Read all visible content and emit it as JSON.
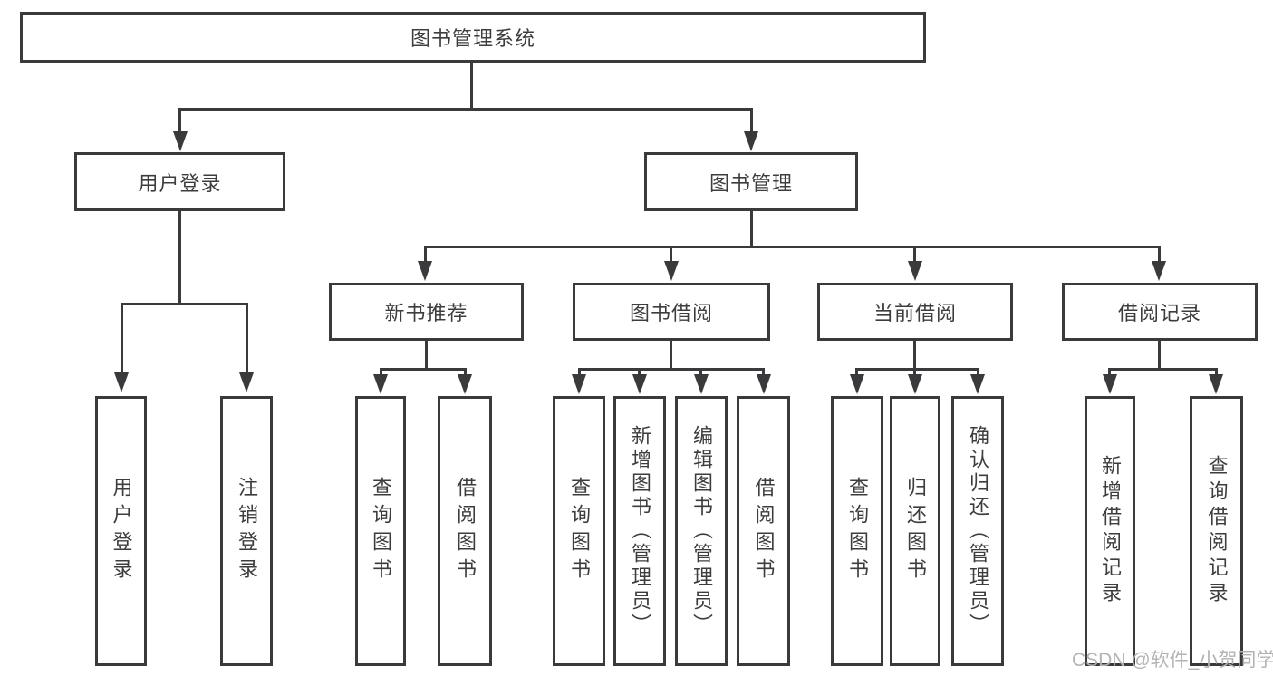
{
  "diagram_type": "hierarchy-chart",
  "tree": {
    "root": {
      "label": "图书管理系统",
      "children": [
        {
          "label": "用户登录",
          "children": [
            {
              "label": "用户登录"
            },
            {
              "label": "注销登录"
            }
          ]
        },
        {
          "label": "图书管理",
          "children": [
            {
              "label": "新书推荐",
              "children": [
                {
                  "label": "查询图书"
                },
                {
                  "label": "借阅图书"
                }
              ]
            },
            {
              "label": "图书借阅",
              "children": [
                {
                  "label": "查询图书"
                },
                {
                  "label": "新增图书（管理员）"
                },
                {
                  "label": "编辑图书（管理员）"
                },
                {
                  "label": "借阅图书"
                }
              ]
            },
            {
              "label": "当前借阅",
              "children": [
                {
                  "label": "查询图书"
                },
                {
                  "label": "归还图书"
                },
                {
                  "label": "确认归还（管理员）"
                }
              ]
            },
            {
              "label": "借阅记录",
              "children": [
                {
                  "label": "新增借阅记录"
                },
                {
                  "label": "查询借阅记录"
                }
              ]
            }
          ]
        }
      ]
    }
  },
  "watermark": {
    "text": "CSDN @软件_小贺同学"
  },
  "colors": {
    "line": "#3a3a3c",
    "box_background": "#ffffff",
    "text": "#3d3d3d",
    "watermark": "#b3b3b3"
  }
}
